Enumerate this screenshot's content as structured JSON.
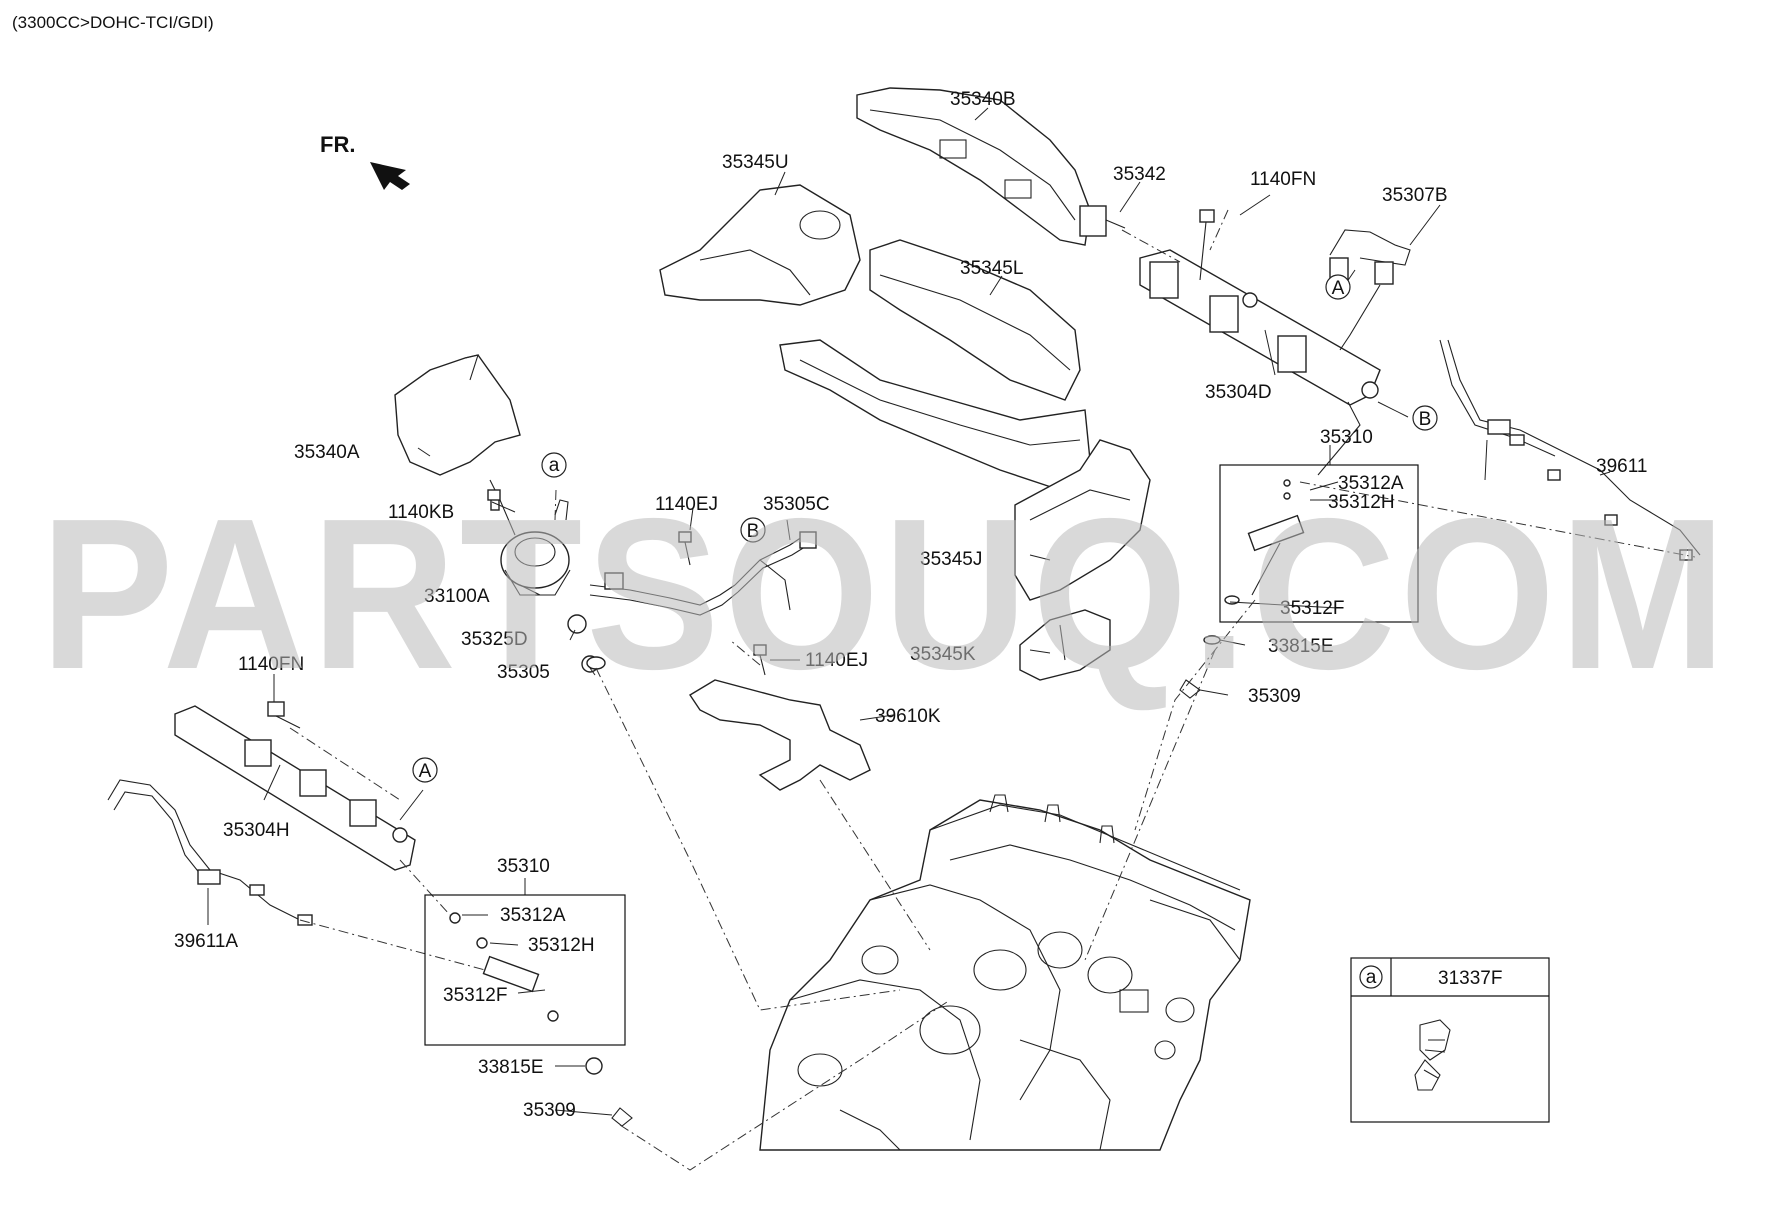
{
  "header": {
    "title": "(3300CC>DOHC-TCI/GDI)"
  },
  "front_marker": {
    "label": "FR."
  },
  "watermark": {
    "text": "PARTSOUQ.COM"
  },
  "callouts": {
    "a": "a",
    "A": "A",
    "B": "B"
  },
  "parts": {
    "p35340B": "35340B",
    "p35345U": "35345U",
    "p35345L": "35345L",
    "p35342": "35342",
    "p1140FN_top": "1140FN",
    "p35307B": "35307B",
    "p35304D": "35304D",
    "p35340A": "35340A",
    "p1140KB": "1140KB",
    "p33100A": "33100A",
    "p35325D": "35325D",
    "p35305": "35305",
    "p1140EJ_a": "1140EJ",
    "p35305C": "35305C",
    "p35345J": "35345J",
    "p35345K": "35345K",
    "p1140EJ_b": "1140EJ",
    "p39610K": "39610K",
    "p35310_right": "35310",
    "p35312A_right": "35312A",
    "p35312H_right": "35312H",
    "p35312F_right": "35312F",
    "p33815E_right": "33815E",
    "p35309_right": "35309",
    "p39611": "39611",
    "p1140FN_left": "1140FN",
    "p35304H": "35304H",
    "p39611A": "39611A",
    "p35310_left": "35310",
    "p35312A_left": "35312A",
    "p35312H_left": "35312H",
    "p35312F_left": "35312F",
    "p33815E_left": "33815E",
    "p35309_left": "35309"
  },
  "legend_box": {
    "callout": "a",
    "part": "31337F"
  }
}
